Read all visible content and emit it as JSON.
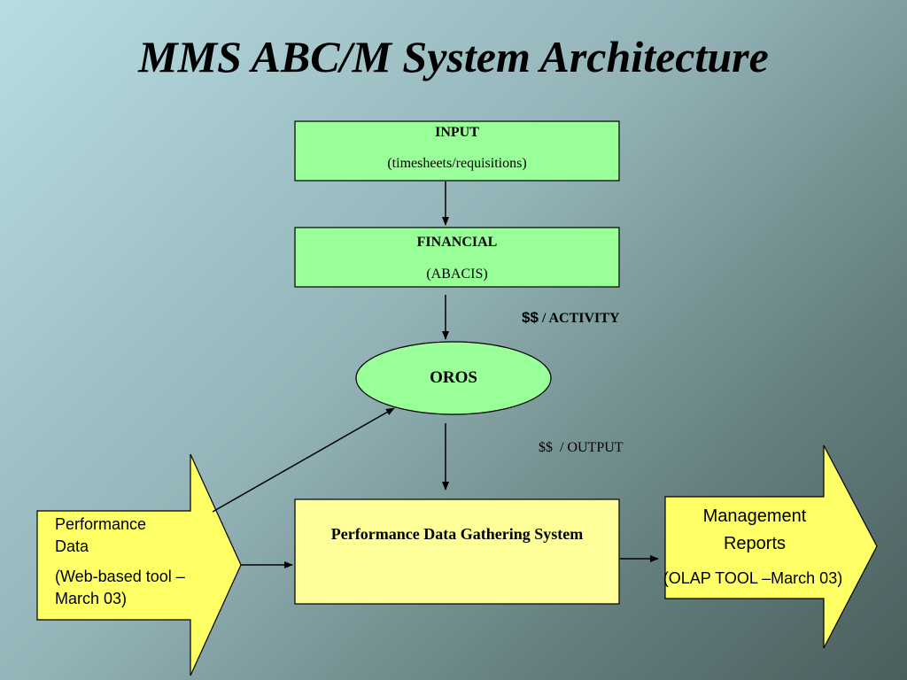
{
  "slide": {
    "title": "MMS ABC/M System Architecture"
  },
  "nodes": {
    "input": {
      "title": "INPUT",
      "subtitle": "(timesheets/requisitions)"
    },
    "financial": {
      "title": "FINANCIAL",
      "subtitle": "(ABACIS)"
    },
    "oros": {
      "title": "OROS"
    },
    "pdgs": {
      "title": "Performance Data Gathering System"
    },
    "performance_data": {
      "title": "Performance Data",
      "subtitle": "(Web-based tool – March 03)"
    },
    "management_reports": {
      "title": "Management Reports",
      "subtitle": "(OLAP TOOL –March 03)"
    }
  },
  "edge_labels": {
    "activity_money": "$$",
    "activity_text": "/ ACTIVITY",
    "output_money": "$$",
    "output_text": "/ OUTPUT"
  },
  "colors": {
    "green_box": "#99ff99",
    "yellow_box": "#ffff99",
    "stroke": "#000000"
  }
}
